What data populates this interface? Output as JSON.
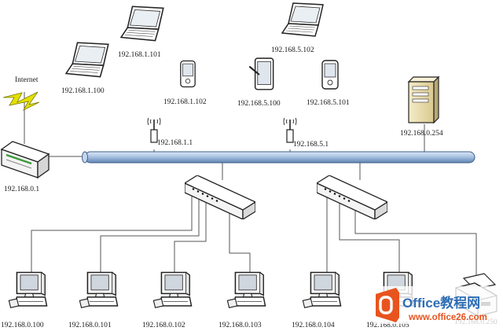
{
  "internet": {
    "label": "Internet"
  },
  "router": {
    "ip": "192.168.0.1"
  },
  "server": {
    "ip": "192.168.0.254"
  },
  "wireless": [
    {
      "ip": "192.168.1.1"
    },
    {
      "ip": "192.168.5.1"
    }
  ],
  "laptops": [
    {
      "ip": "192.168.1.100"
    },
    {
      "ip": "192.168.1.101"
    },
    {
      "ip": "192.168.5.102"
    }
  ],
  "mobiles": [
    {
      "ip": "192.168.1.102"
    },
    {
      "ip": "192.168.5.100"
    },
    {
      "ip": "192.168.5.101"
    }
  ],
  "desktops": [
    {
      "ip": "192.168.0.100"
    },
    {
      "ip": "192.168.0.101"
    },
    {
      "ip": "192.168.0.102"
    },
    {
      "ip": "192.168.0.103"
    },
    {
      "ip": "192.168.0.104"
    },
    {
      "ip": "192.168.0.105"
    }
  ],
  "printer": {
    "ip": "192.168.0.250"
  },
  "watermark": {
    "brand": "Office教程网",
    "url": "www.office26.com",
    "logo_color": "#e8541e",
    "text_color": "#2e6db4"
  }
}
